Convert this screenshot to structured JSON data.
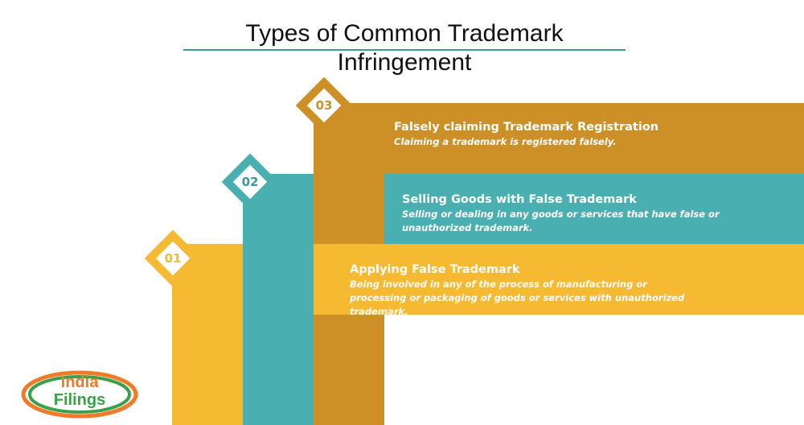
{
  "title": "Types of Common Trademark Infringement",
  "colors": {
    "orange": "#cd9027",
    "teal": "#4aafb0",
    "yellow": "#f6b932",
    "underline": "#3a9a9a"
  },
  "items": [
    {
      "number": "01",
      "heading": "Applying False Trademark",
      "description": "Being involved in any of the process of manufacturing or processing or packaging of goods or services with unauthorized trademark.",
      "color": "#f6b932"
    },
    {
      "number": "02",
      "heading": "Selling Goods with False Trademark",
      "description": "Selling or dealing in any goods or services that have false or unauthorized trademark.",
      "color": "#4aafb0"
    },
    {
      "number": "03",
      "heading": "Falsely claiming Trademark Registration",
      "description": "Claiming a trademark is registered falsely.",
      "color": "#cd9027"
    }
  ],
  "logo": {
    "line1": "India",
    "line2": "Filings"
  }
}
